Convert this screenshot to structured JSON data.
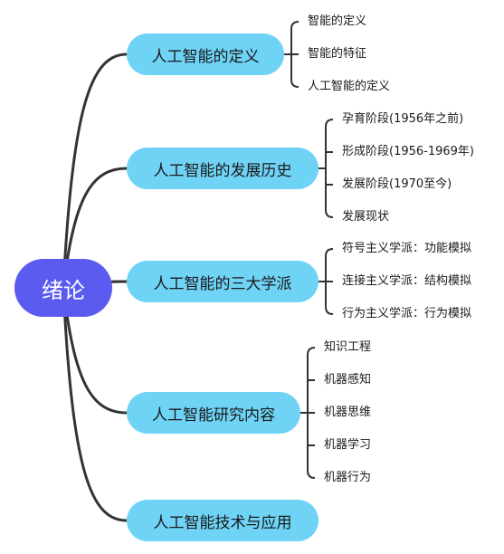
{
  "root": {
    "label": "绪论"
  },
  "branches": [
    {
      "label": "人工智能的定义",
      "children": [
        "智能的定义",
        "智能的特征",
        "人工智能的定义"
      ]
    },
    {
      "label": "人工智能的发展历史",
      "children": [
        "孕育阶段(1956年之前)",
        "形成阶段(1956-1969年)",
        "发展阶段(1970至今)",
        "发展现状"
      ]
    },
    {
      "label": "人工智能的三大学派",
      "children": [
        "符号主义学派：功能模拟",
        "连接主义学派：结构模拟",
        "行为主义学派：行为模拟"
      ]
    },
    {
      "label": "人工智能研究内容",
      "children": [
        "知识工程",
        "机器感知",
        "机器思维",
        "机器学习",
        "机器行为"
      ]
    },
    {
      "label": "人工智能技术与应用",
      "children": []
    }
  ],
  "colors": {
    "root": "#5b5bf0",
    "topic": "#6fd3f6",
    "line": "#333333"
  }
}
